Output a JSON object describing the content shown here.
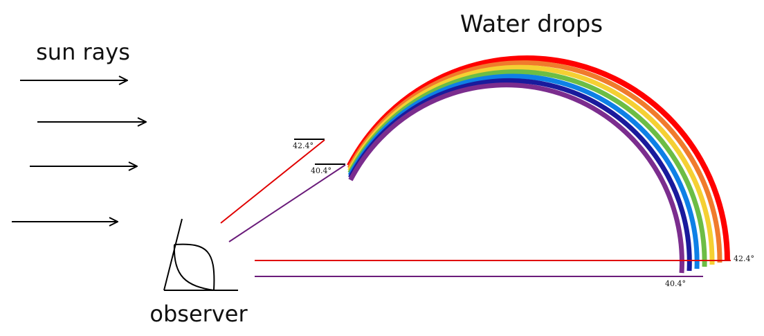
{
  "labels": {
    "title": "Water drops",
    "sun_rays": "sun rays",
    "observer": "observer",
    "angle_red_top": "42.4°",
    "angle_violet_top": "40.4°",
    "angle_red_right": "42.4°",
    "angle_violet_right": "40.4°"
  },
  "rainbow": {
    "bands": [
      {
        "name": "red",
        "color": "#ff0000"
      },
      {
        "name": "orange",
        "color": "#f07b2c"
      },
      {
        "name": "yellow",
        "color": "#f5d033"
      },
      {
        "name": "green",
        "color": "#6cbd45"
      },
      {
        "name": "blue",
        "color": "#0e80e6"
      },
      {
        "name": "indigo",
        "color": "#1a1a9c"
      },
      {
        "name": "violet",
        "color": "#7b2d8e"
      }
    ]
  },
  "rays": {
    "red_color": "#e00000",
    "violet_color": "#6a1b7a",
    "arrow_color": "#000000"
  }
}
